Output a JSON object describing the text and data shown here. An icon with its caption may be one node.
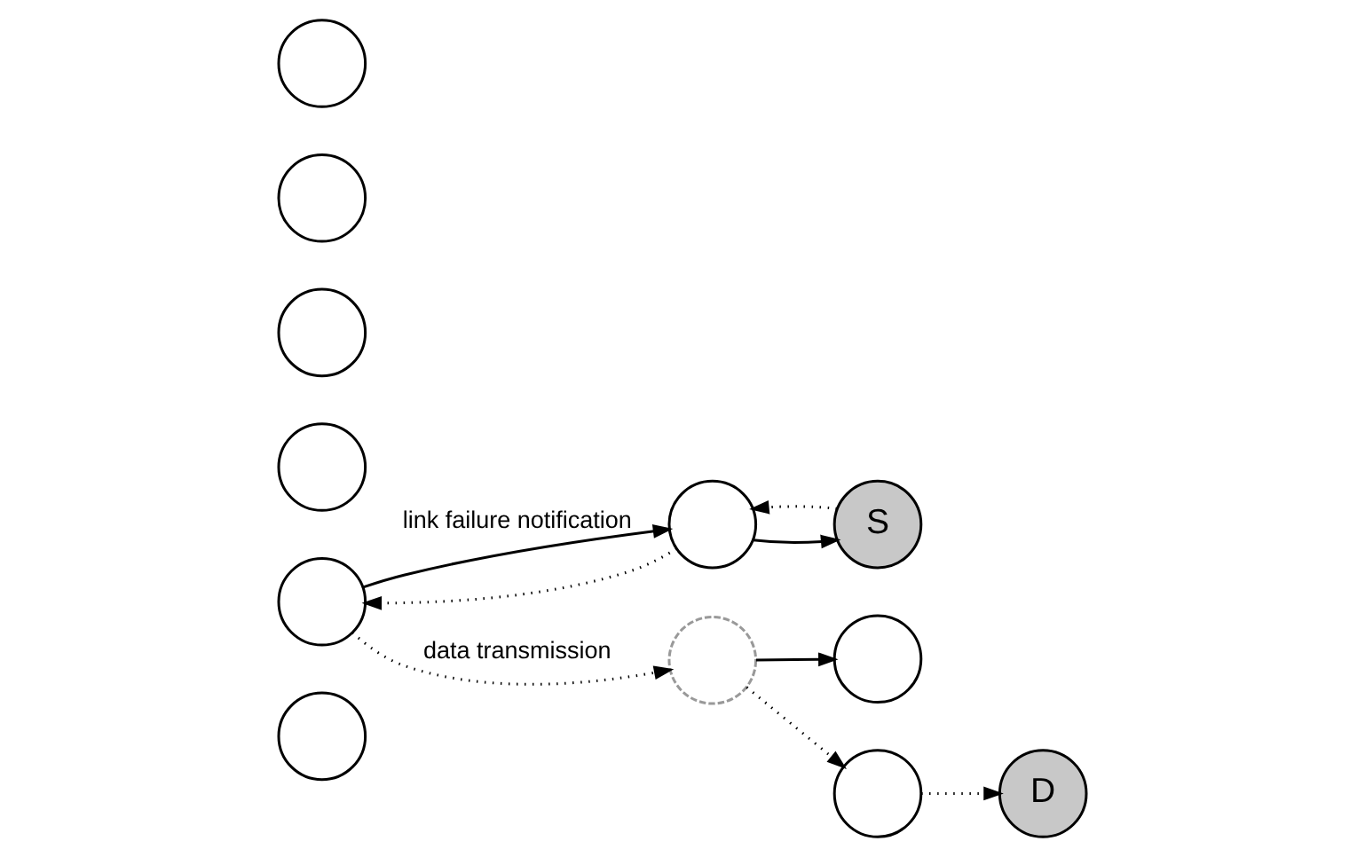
{
  "diagram": {
    "nodes": [
      {
        "text": [],
        "shape": "circle"
      },
      {
        "text": [],
        "shape": "circle"
      },
      {
        "text": [],
        "shape": "circle"
      },
      {
        "text": [],
        "shape": "circle"
      },
      {
        "text": [],
        "shape": "circle"
      },
      {
        "text": [
          "S"
        ]
      },
      {
        "text": [],
        "shape": "circle"
      },
      {
        "text": [],
        "shape": "circle"
      },
      {
        "text": [
          "D"
        ]
      },
      {
        "text": [],
        "shape": "circle"
      },
      {
        "text": [],
        "shape": "circle"
      },
      {
        "text": [],
        "shape": "circle"
      }
    ],
    "edges": [
      {
        "from": 5,
        "to": 6,
        "arrow": "to",
        "style": "dashed"
      },
      {
        "from": 6,
        "to": 5,
        "arrow": "to"
      },
      {
        "from": 6,
        "to": 9,
        "arrow": "to",
        "style": "dashed"
      },
      {
        "from": 9,
        "to": 6,
        "arrow": "to",
        "label": "link failure notification"
      },
      {
        "from": 9,
        "to": 7,
        "arrow": "to",
        "style": "dashed",
        "label": "data transmission"
      },
      {
        "from": 7,
        "to": 10,
        "arrow": "to",
        "style": "dashed"
      },
      {
        "from": 10,
        "to": 8,
        "arrow": "to",
        "style": "dashed"
      },
      {
        "from": 7,
        "to": 1,
        "arrow": "to"
      }
    ]
  }
}
